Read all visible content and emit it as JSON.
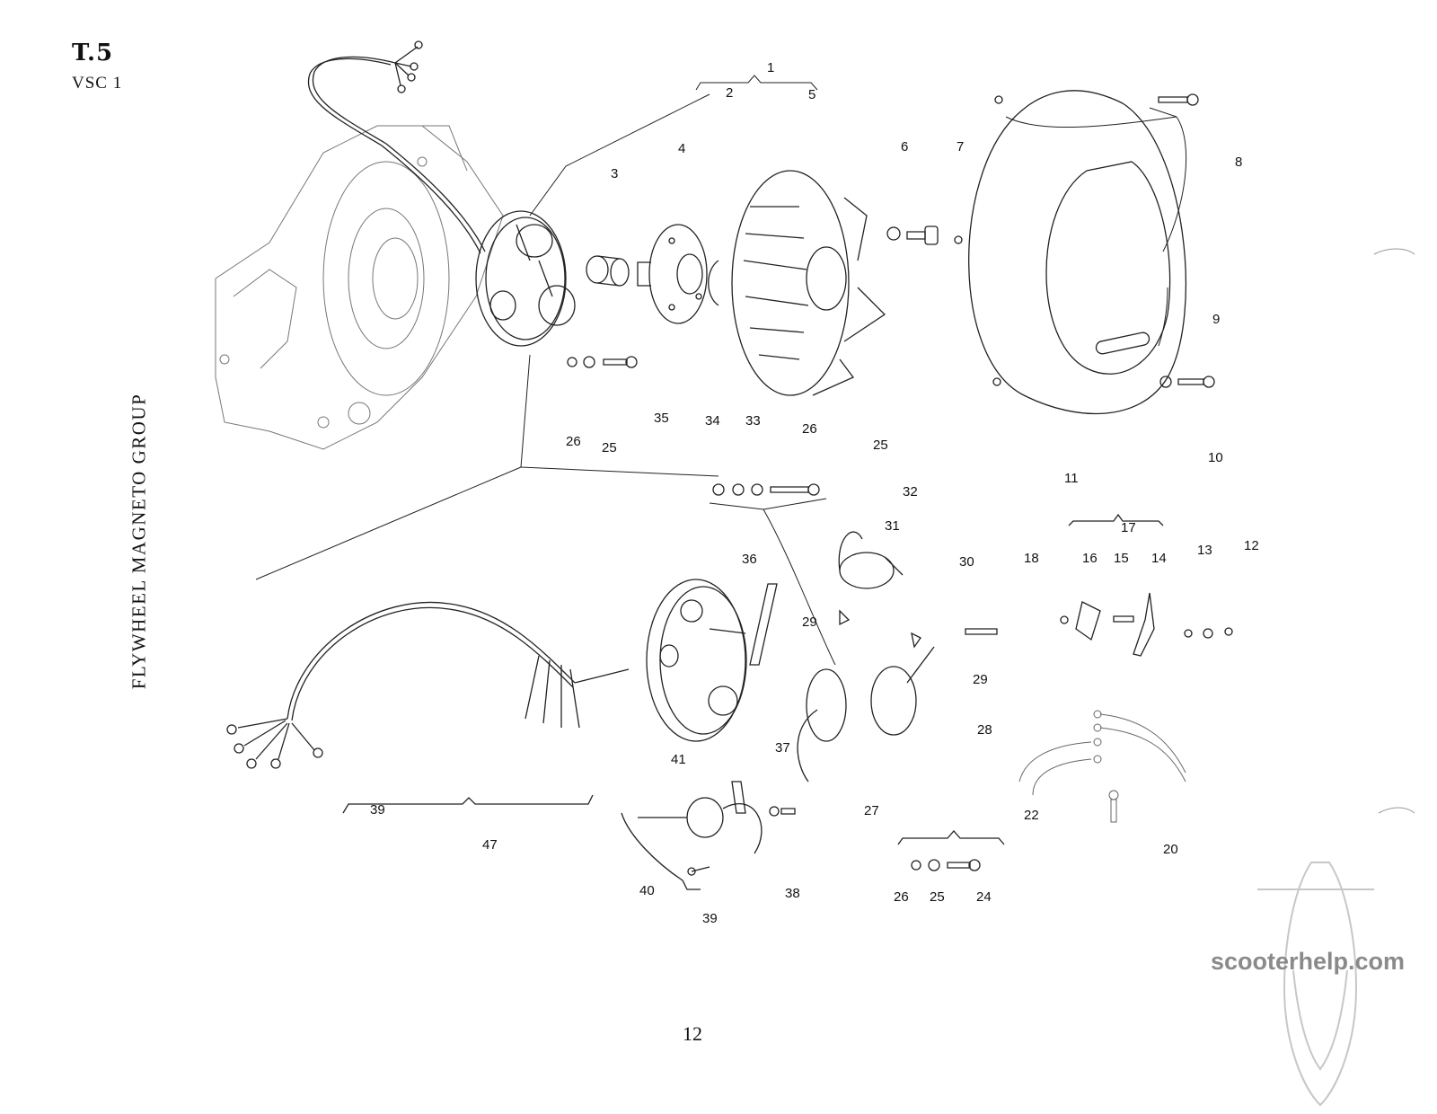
{
  "header": {
    "plate_code": "T.5",
    "model_code": "VSC 1"
  },
  "side_title": "FLYWHEEL MAGNETO GROUP",
  "page_number": "12",
  "watermark": {
    "text": "scooterhelp.com",
    "color": "#8a8a8a"
  },
  "part_labels": [
    "1",
    "2",
    "3",
    "4",
    "5",
    "6",
    "7",
    "8",
    "9",
    "10",
    "11",
    "12",
    "13",
    "14",
    "15",
    "16",
    "17",
    "18",
    "20",
    "22",
    "24",
    "25",
    "26",
    "27",
    "28",
    "29",
    "30",
    "31",
    "32",
    "33",
    "34",
    "35",
    "36",
    "37",
    "38",
    "39",
    "40",
    "41",
    "47"
  ]
}
